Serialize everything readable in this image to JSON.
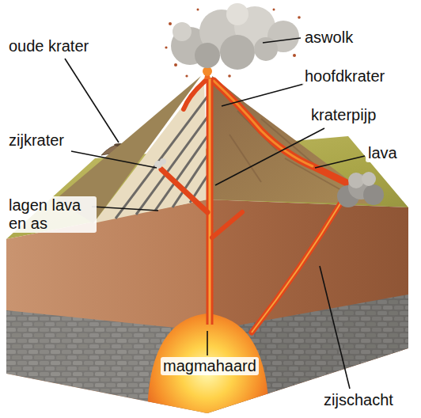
{
  "diagram": {
    "labels": [
      "oude krater",
      "aswolk",
      "hoofdkrater",
      "kraterpijp",
      "zijkrater",
      "lava",
      "lagen lava en as",
      "magmahaard",
      "zijschacht"
    ]
  }
}
